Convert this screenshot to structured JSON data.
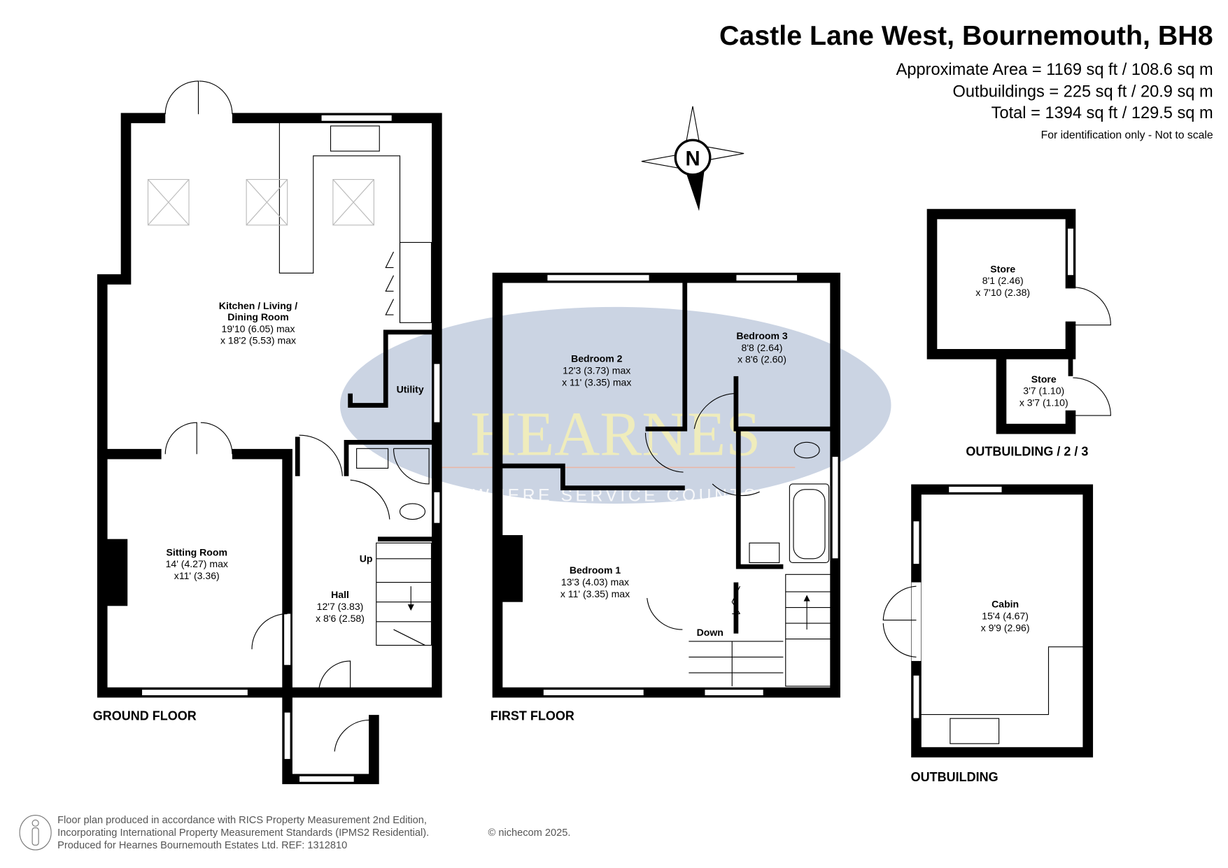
{
  "header": {
    "title": "Castle Lane West, Bournemouth, BH8",
    "area": "Approximate Area = 1169 sq ft / 108.6 sq m",
    "outbuildings": "Outbuildings = 225 sq ft / 20.9 sq m",
    "total": "Total = 1394 sq ft / 129.5 sq m",
    "disclaimer": "For identification only - Not to scale"
  },
  "compass": {
    "label": "N"
  },
  "watermark": {
    "brand": "HEARNES",
    "tagline": "WHERE SERVICE COUNTS"
  },
  "ground_floor": {
    "label": "GROUND FLOOR",
    "rooms": [
      {
        "name": "Kitchen / Living /",
        "name2": "Dining Room",
        "dims": [
          "19'10 (6.05) max",
          "x 18'2 (5.53) max"
        ]
      },
      {
        "name": "Utility"
      },
      {
        "name": "Sitting Room",
        "dims": [
          "14' (4.27) max",
          "x11' (3.36)"
        ]
      },
      {
        "name": "Hall",
        "dims": [
          "12'7 (3.83)",
          "x 8'6 (2.58)"
        ]
      }
    ],
    "stair_label": "Up"
  },
  "first_floor": {
    "label": "FIRST FLOOR",
    "rooms": [
      {
        "name": "Bedroom 2",
        "dims": [
          "12'3 (3.73) max",
          "x 11' (3.35) max"
        ]
      },
      {
        "name": "Bedroom 3",
        "dims": [
          "8'8 (2.64)",
          "x 8'6 (2.60)"
        ]
      },
      {
        "name": "Bedroom 1",
        "dims": [
          "13'3 (4.03) max",
          "x 11' (3.35) max"
        ]
      }
    ],
    "stair_label": "Down"
  },
  "outbuilding_23": {
    "label": "OUTBUILDING / 2 / 3",
    "rooms": [
      {
        "name": "Store",
        "dims": [
          "8'1 (2.46)",
          "x 7'10 (2.38)"
        ]
      },
      {
        "name": "Store",
        "dims": [
          "3'7 (1.10)",
          "x 3'7 (1.10)"
        ]
      }
    ]
  },
  "outbuilding": {
    "label": "OUTBUILDING",
    "rooms": [
      {
        "name": "Cabin",
        "dims": [
          "15'4 (4.67)",
          "x 9'9 (2.96)"
        ]
      }
    ]
  },
  "footer": {
    "line1": "Floor plan produced in accordance with RICS Property Measurement 2nd Edition,",
    "line2": "Incorporating International Property Measurement Standards (IPMS2 Residential).",
    "copyright": "© nichecom 2025.",
    "line3": "Produced for Hearnes Bournemouth Estates Ltd.   REF:   1312810"
  }
}
